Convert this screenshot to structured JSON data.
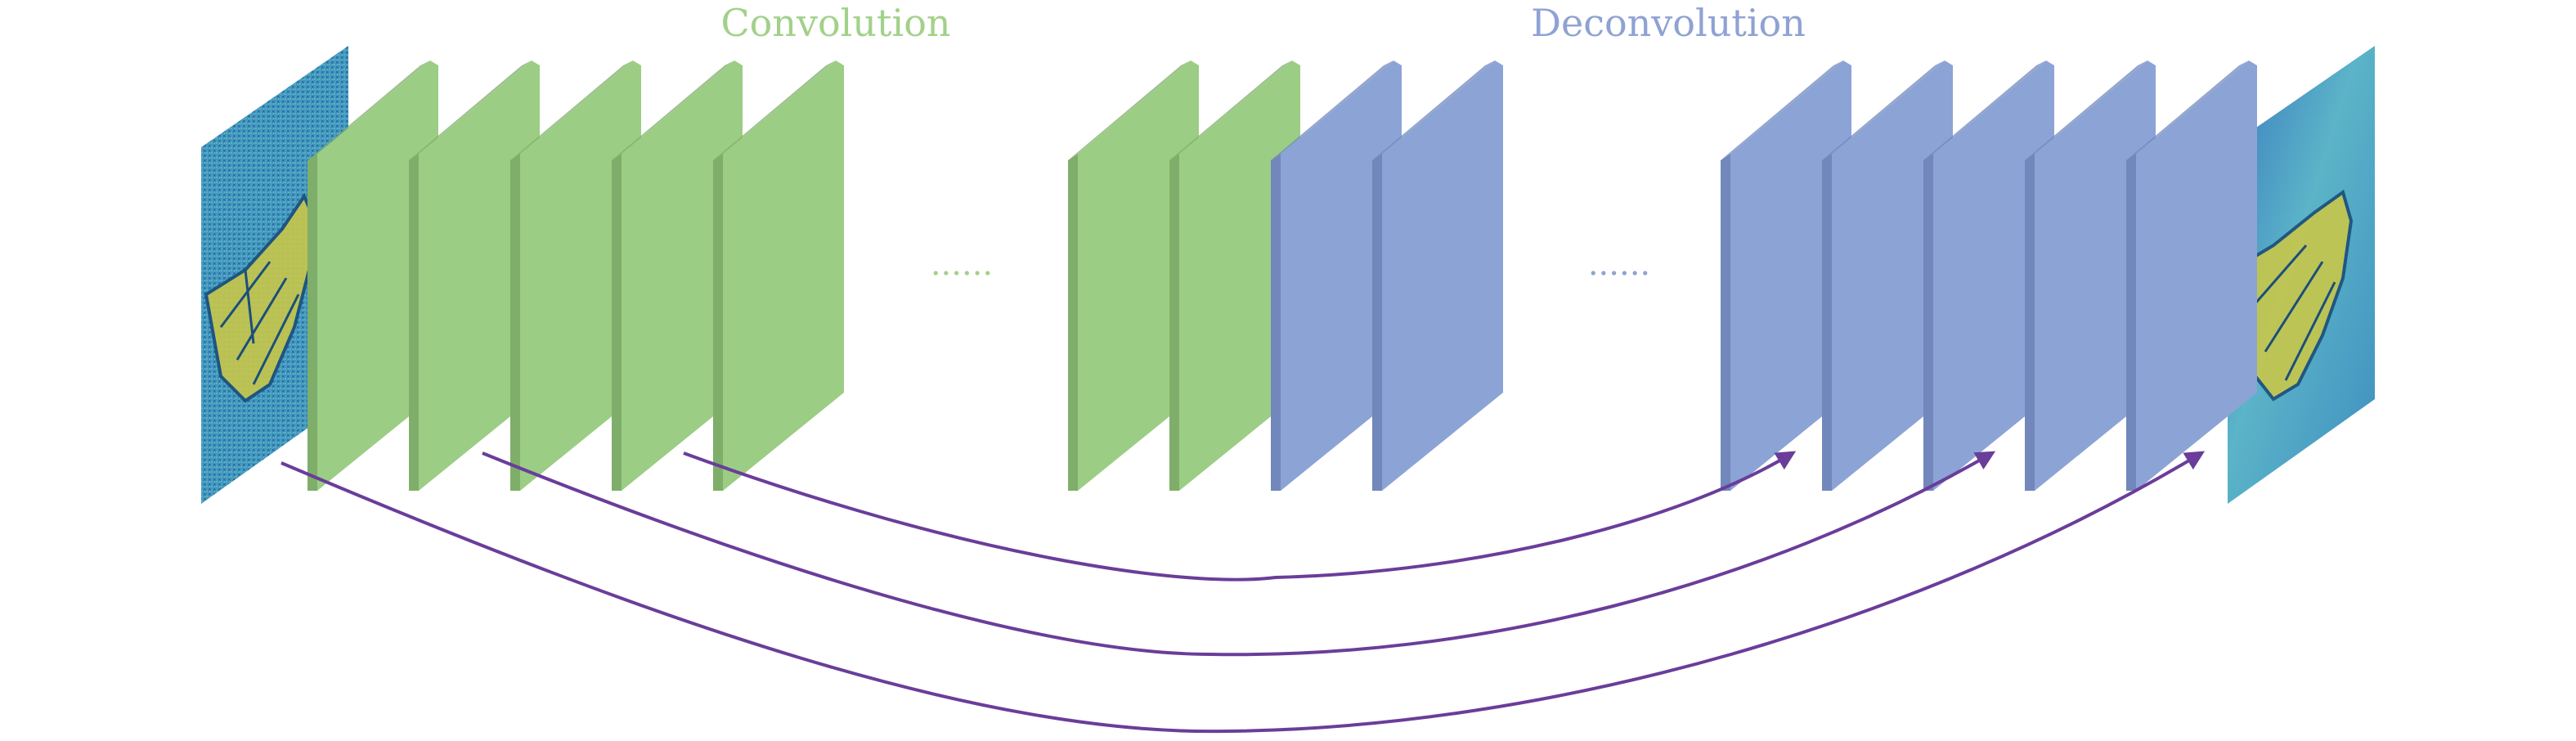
{
  "labels": {
    "convolution": "Convolution",
    "deconvolution": "Deconvolution",
    "ellipsis_conv": "......",
    "ellipsis_deconv": "......"
  },
  "colors": {
    "conv_face": "#9bcd84",
    "conv_side": "#7fae6a",
    "conv_text": "#a2d18a",
    "deconv_face": "#8ca3d5",
    "deconv_side": "#7287bb",
    "deconv_text": "#8fa2d3",
    "skip_arrow": "#6a3d9a",
    "image_bg": "#3f8fbf",
    "image_wing": "#c8c74a"
  },
  "layers": {
    "conv_count_left": 5,
    "conv_count_right": 2,
    "deconv_count_left": 2,
    "deconv_count_right": 5
  },
  "icons": {
    "input_image": "noisy-butterfly-image",
    "output_image": "restored-butterfly-image",
    "skip_connection": "curved-arrow"
  }
}
